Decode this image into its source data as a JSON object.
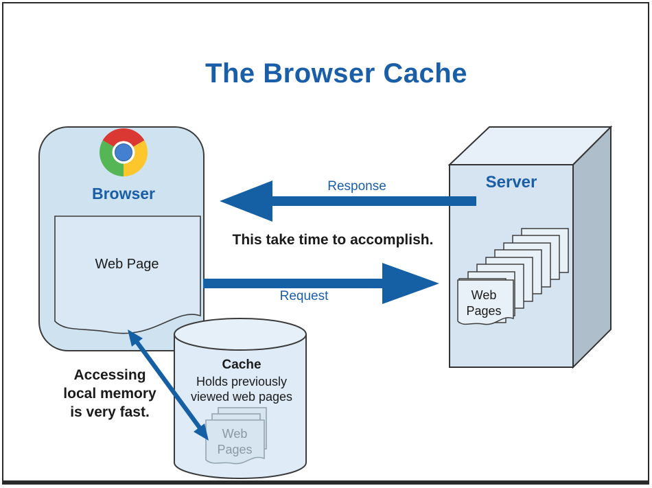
{
  "title": "The Browser Cache",
  "browser": {
    "label": "Browser",
    "icon": "chrome-icon",
    "web_page": {
      "label": "Web Page"
    }
  },
  "server": {
    "label": "Server",
    "pages": {
      "label": "Web\nPages"
    }
  },
  "cache": {
    "title": "Cache",
    "subtitle": "Holds previously\nviewed web pages",
    "pages": {
      "label": "Web\nPages"
    }
  },
  "arrows": {
    "response": {
      "label": "Response",
      "direction": "server-to-browser"
    },
    "request": {
      "label": "Request",
      "direction": "browser-to-server"
    },
    "browser_cache": {
      "direction": "bidirectional"
    }
  },
  "notes": {
    "latency": "This take time to accomplish.",
    "cache_speed": "Accessing\nlocal memory\nis very fast."
  },
  "colors": {
    "accent_blue": "#155fa5",
    "label_blue": "#1b5ea8",
    "browser_fill": "#cfe2f0",
    "document_fill": "#d9e8f4",
    "server_front": "#d5e4f0",
    "server_top": "#e7f0f8",
    "server_side": "#aebecb",
    "cylinder_fill": "#dfecf7",
    "page_fill": "#e9f1f8",
    "cache_page_fill": "#d7e5f0",
    "text_dark": "#1a1a1a",
    "muted_text": "#8a98a5",
    "frame": "#2a2a2a"
  }
}
